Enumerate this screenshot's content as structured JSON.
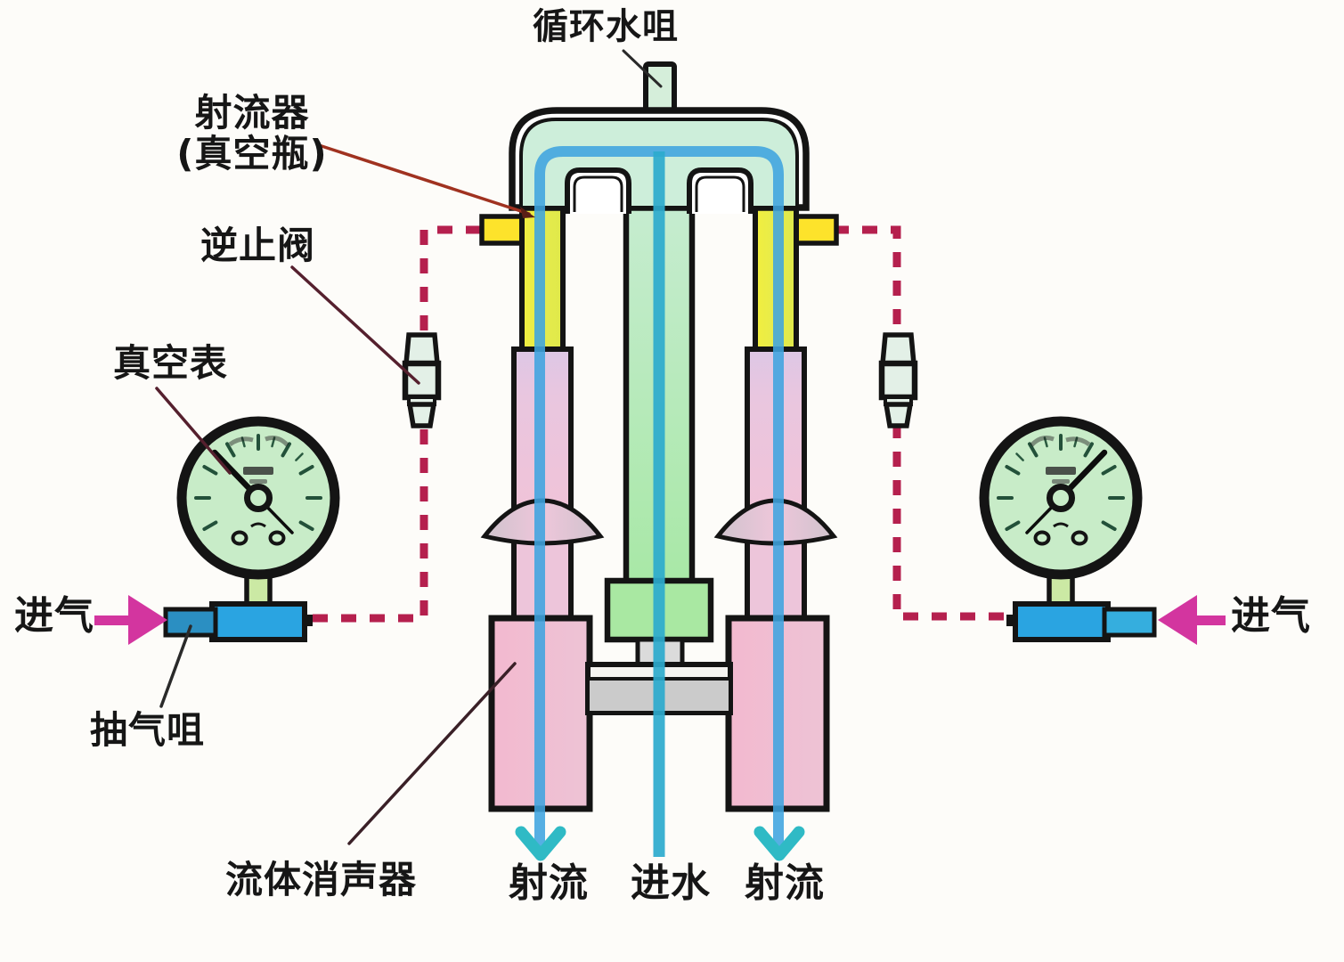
{
  "diagram": {
    "type": "schematic",
    "subject": "water-jet vacuum ejector system",
    "labels": {
      "circulating_water_nozzle": "循环水咀",
      "ejector_line1": "射流器",
      "ejector_line2": "(真空瓶)",
      "check_valve": "逆止阀",
      "vacuum_gauge": "真空表",
      "air_inlet_left": "进气",
      "air_inlet_right": "进气",
      "extraction_nozzle": "抽气咀",
      "fluid_muffler": "流体消声器",
      "jet_left": "射流",
      "water_inlet": "进水",
      "jet_right": "射流"
    },
    "colors": {
      "vessel_green": "#cdeeda",
      "column_green": "#aee8ab",
      "junction_green": "#a9e8a2",
      "nozzle_yellow": "#eaee45",
      "tab_yellow": "#fde32b",
      "diffuser_pink": "#eec4da",
      "diffuser_lavender": "#ddc7e5",
      "muffler_pink": "#f2bcd0",
      "pipe_blue": "#3fa4df",
      "water_teal": "#2caacd",
      "flow_arrow_teal": "#2fbac5",
      "air_arrow_magenta": "#d3359f",
      "vacuum_line_crimson": "#b5204e",
      "gauge_face_green": "#c8ecc8",
      "gauge_stem_green": "#cbe9a4",
      "fitting_blue": "#2aa4e1",
      "fitting_nozzle_blue": "#2b8fc2",
      "base_gray": "#cbcbcb",
      "outline_black": "#141414",
      "background": "#fdfcf9"
    }
  }
}
